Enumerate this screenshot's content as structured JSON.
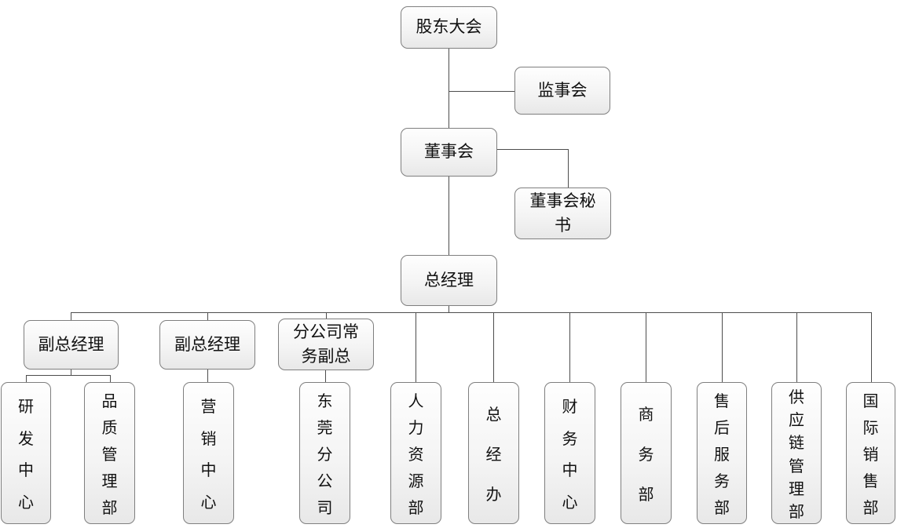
{
  "diagram": {
    "type": "org-chart",
    "background_color": "#ffffff",
    "connector_color": "#4d4d4d",
    "box_border_color": "#7f7f7f",
    "box_fill_top": "#fefefe",
    "box_fill_bottom": "#e8e8e8",
    "nodes": {
      "shareholders": "股东大会",
      "supervisory": "监事会",
      "board": "董事会",
      "board_secretary": "董事会秘书",
      "gm": "总经理",
      "deputy_gm_1": "副总经理",
      "deputy_gm_2": "副总经理",
      "branch_deputy": "分公司常务副总",
      "rd_center": "研发中心",
      "quality_mgmt": "品质管理部",
      "marketing": "营销中心",
      "dongguan_branch": "东莞分公司",
      "hr": "人力资源部",
      "gm_office": "总经办",
      "finance": "财务中心",
      "commerce": "商务部",
      "after_sales": "售后服务部",
      "supply_chain": "供应链管理部",
      "intl_sales": "国际销售部"
    },
    "structure": {
      "root": "shareholders",
      "edges": [
        {
          "from": "shareholders",
          "to": [
            "board"
          ],
          "side_attachment_on_link": "supervisory"
        },
        {
          "from": "board",
          "to": [
            "gm"
          ],
          "side_attachment": "board_secretary"
        },
        {
          "from": "gm",
          "to": [
            "deputy_gm_1",
            "deputy_gm_2",
            "branch_deputy",
            "hr",
            "gm_office",
            "finance",
            "commerce",
            "after_sales",
            "supply_chain",
            "intl_sales"
          ]
        },
        {
          "from": "deputy_gm_1",
          "to": [
            "rd_center",
            "quality_mgmt"
          ]
        },
        {
          "from": "deputy_gm_2",
          "to": [
            "marketing"
          ]
        },
        {
          "from": "branch_deputy",
          "to": [
            "dongguan_branch"
          ]
        }
      ]
    }
  }
}
